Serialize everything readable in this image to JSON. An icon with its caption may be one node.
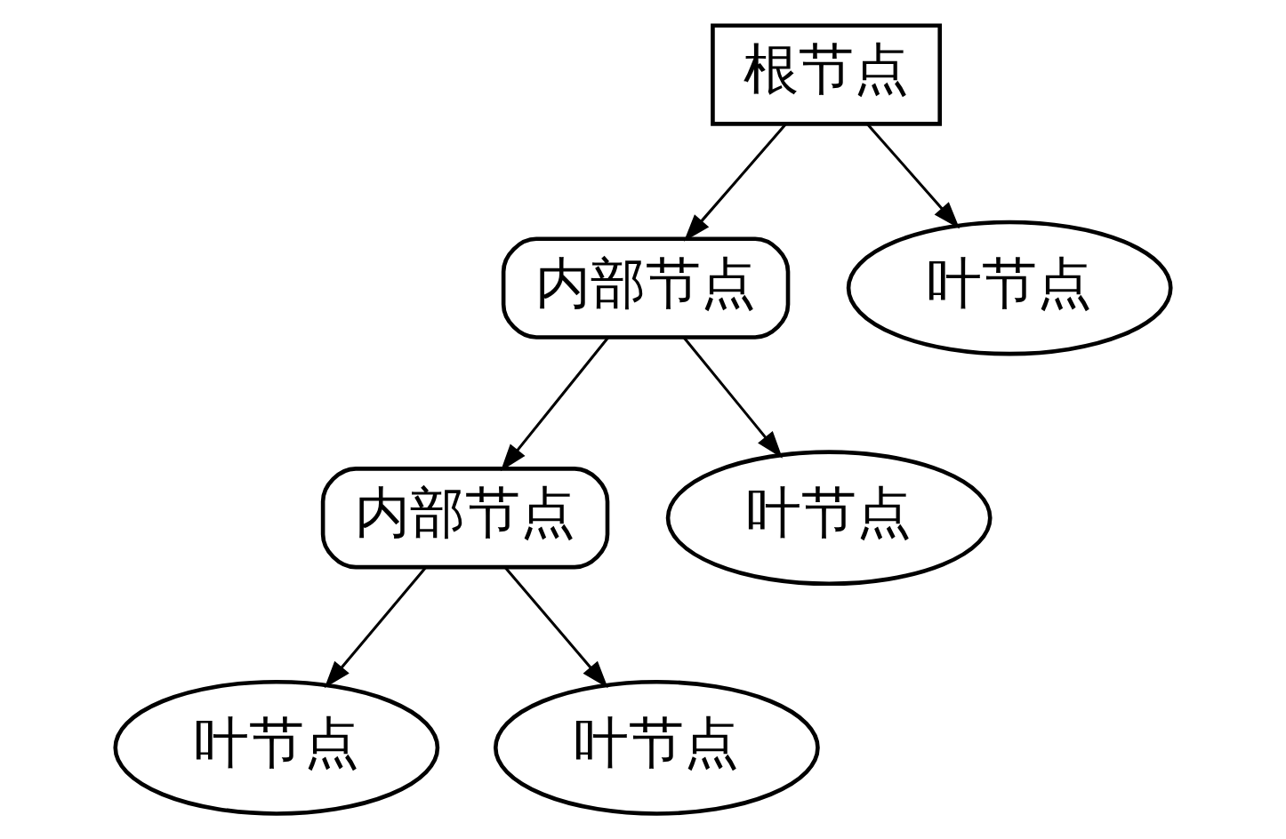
{
  "diagram": {
    "nodes": [
      {
        "text": [
          "根节点"
        ]
      },
      {
        "text": [
          "内部节点"
        ]
      },
      {
        "text": [
          "叶节点"
        ]
      },
      {
        "text": [
          "内部节点"
        ]
      },
      {
        "text": [
          "叶节点"
        ]
      },
      {
        "text": [
          "叶节点"
        ]
      },
      {
        "text": [
          "叶节点"
        ]
      }
    ],
    "edges": [
      {
        "from": 0,
        "to": 1,
        "arrow": "to"
      },
      {
        "from": 0,
        "to": 2,
        "arrow": "to"
      },
      {
        "from": 1,
        "to": 3,
        "arrow": "to"
      },
      {
        "from": 1,
        "to": 4,
        "arrow": "to"
      },
      {
        "from": 3,
        "to": 5,
        "arrow": "to"
      },
      {
        "from": 3,
        "to": 6,
        "arrow": "to"
      }
    ]
  }
}
